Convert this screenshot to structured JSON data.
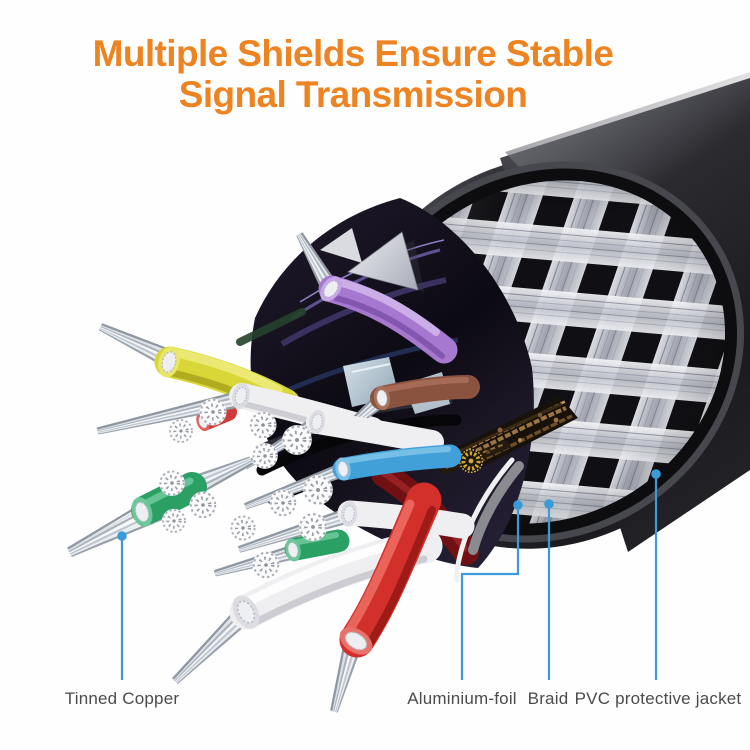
{
  "title": {
    "line1": "Multiple Shields Ensure Stable",
    "line2": "Signal Transmission"
  },
  "callouts": [
    {
      "id": "tinned-copper",
      "label": "Tinned Copper"
    },
    {
      "id": "aluminium-foil",
      "label": "Aluminium-foil"
    },
    {
      "id": "braid",
      "label": "Braid"
    },
    {
      "id": "pvc-jacket",
      "label": "PVC protective jacket"
    }
  ],
  "colors": {
    "title_orange": "#ee8322",
    "callout_line_blue": "#3b9bd6",
    "label_gray": "#4b4b4b",
    "pvc_jacket_black": "#232327",
    "braid_silver": "#dfe0e5",
    "foil_dark_purple": "#221c33",
    "foil_steel_blue": "#b9c9d4",
    "inner_sheath_maroon": "#701013",
    "wire_purple": "#a678cf",
    "wire_yellow": "#d9d737",
    "wire_white": "#efeff2",
    "wire_red": "#d32f2b",
    "wire_brown": "#8a5340",
    "wire_blue": "#42a0d8",
    "wire_green": "#2aa065",
    "tinned_copper_silver": "#c6ccd4",
    "drain_wire_gold": "#d8a92c"
  }
}
